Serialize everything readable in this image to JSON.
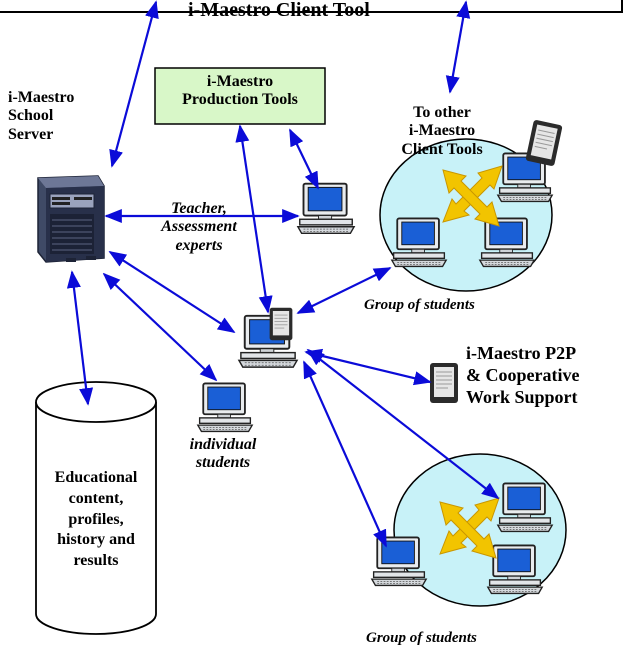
{
  "client_tool": {
    "title": "i-Maestro Client Tool"
  },
  "production_tools": {
    "line1": "i-Maestro",
    "line2": "Production Tools"
  },
  "school_server": {
    "line1": "i-Maestro",
    "line2": "School",
    "line3": "Server"
  },
  "other_clients": {
    "line1": "To other",
    "line2": "i-Maestro",
    "line3": "Client Tools"
  },
  "teacher": {
    "line1": "Teacher,",
    "line2": "Assessment",
    "line3": "experts"
  },
  "database": {
    "line1": "Educational",
    "line2": "content,",
    "line3": "profiles,",
    "line4": "history and",
    "line5": "results"
  },
  "individual": {
    "line1": "individual",
    "line2": "students"
  },
  "group_upper": {
    "label": "Group of students"
  },
  "group_lower": {
    "label": "Group of students"
  },
  "p2p": {
    "line1": "i-Maestro P2P",
    "line2": "& Cooperative",
    "line3": "Work Support"
  },
  "colors": {
    "arrow": "#0b0bd8",
    "bubble": "#c8f2f8",
    "production_box": "#d8f7c8",
    "cross_arrows": "#f2c400",
    "screen": "#1a5fd6"
  }
}
